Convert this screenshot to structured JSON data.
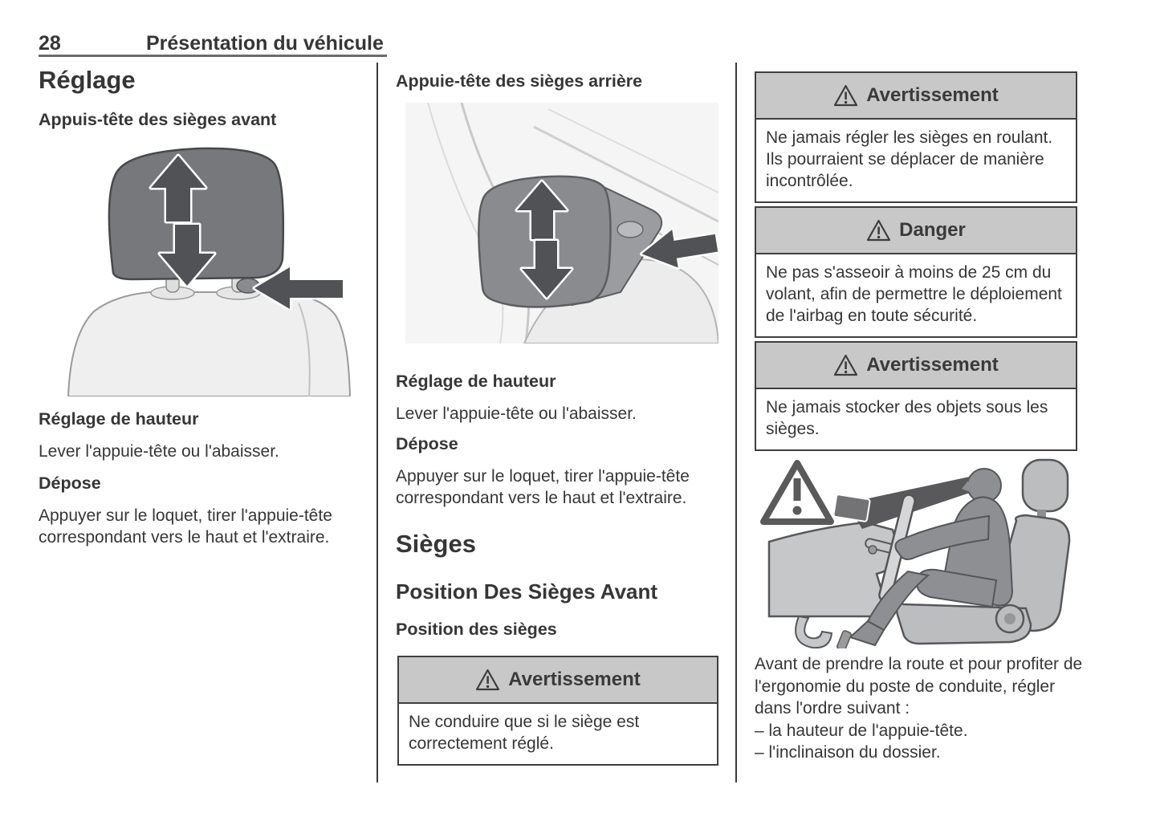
{
  "page": {
    "number": "28",
    "chapter": "Présentation du véhicule"
  },
  "column1": {
    "section_title": "Réglage",
    "subsection_title": "Appuis-tête des sièges avant",
    "illustration": "front-seat-headrest-with-up-down-and-release-arrows",
    "height_heading": "Réglage de hauteur",
    "height_text": "Lever l'appuie-tête ou l'abaisser.",
    "removal_heading": "Dépose",
    "removal_text": "Appuyer sur le loquet, tirer l'appuie-tête correspondant vers le haut et l'extraire."
  },
  "column2": {
    "subsection_title": "Appuie-tête des sièges arrière",
    "illustration": "rear-seat-headrest-with-up-down-and-release-arrows",
    "height_heading": "Réglage de hauteur",
    "height_text": "Lever l'appuie-tête ou l'abaisser.",
    "removal_heading": "Dépose",
    "removal_text": "Appuyer sur le loquet, tirer l'appuie-tête correspondant vers le haut et l'extraire.",
    "section_title": "Sièges",
    "subsection2_title": "Position Des Sièges Avant",
    "subsection3_title": "Position des sièges",
    "warning": {
      "title": "Avertissement",
      "text": "Ne conduire que si le siège est correctement réglé."
    }
  },
  "column3": {
    "warning1": {
      "title": "Avertissement",
      "text": "Ne jamais régler les sièges en roulant. Ils pourraient se déplacer de manière incontrôlée."
    },
    "danger": {
      "title": "Danger",
      "text": "Ne pas s'asseoir à moins de 25 cm du volant, afin de permettre le déploiement de l'airbag en toute sécurité."
    },
    "warning2": {
      "title": "Avertissement",
      "text": "Ne jamais stocker des objets sous les sièges."
    },
    "illustration": "driver-seating-position-side-view-with-warning-triangle",
    "ergonomics_intro": "Avant de prendre la route et pour profiter de l'ergonomie du poste de conduite, régler dans l'ordre suivant :",
    "ergonomics_items": [
      "– la hauteur de l'appuie-tête.",
      "– l'inclinaison du dossier."
    ]
  },
  "colors": {
    "text": "#363636",
    "warning_header_bg": "#c8c8c8",
    "box_border": "#3f3f3f",
    "headrest_dark": "#77787b",
    "seat_light": "#efefef",
    "arrow_dark": "#515256"
  }
}
